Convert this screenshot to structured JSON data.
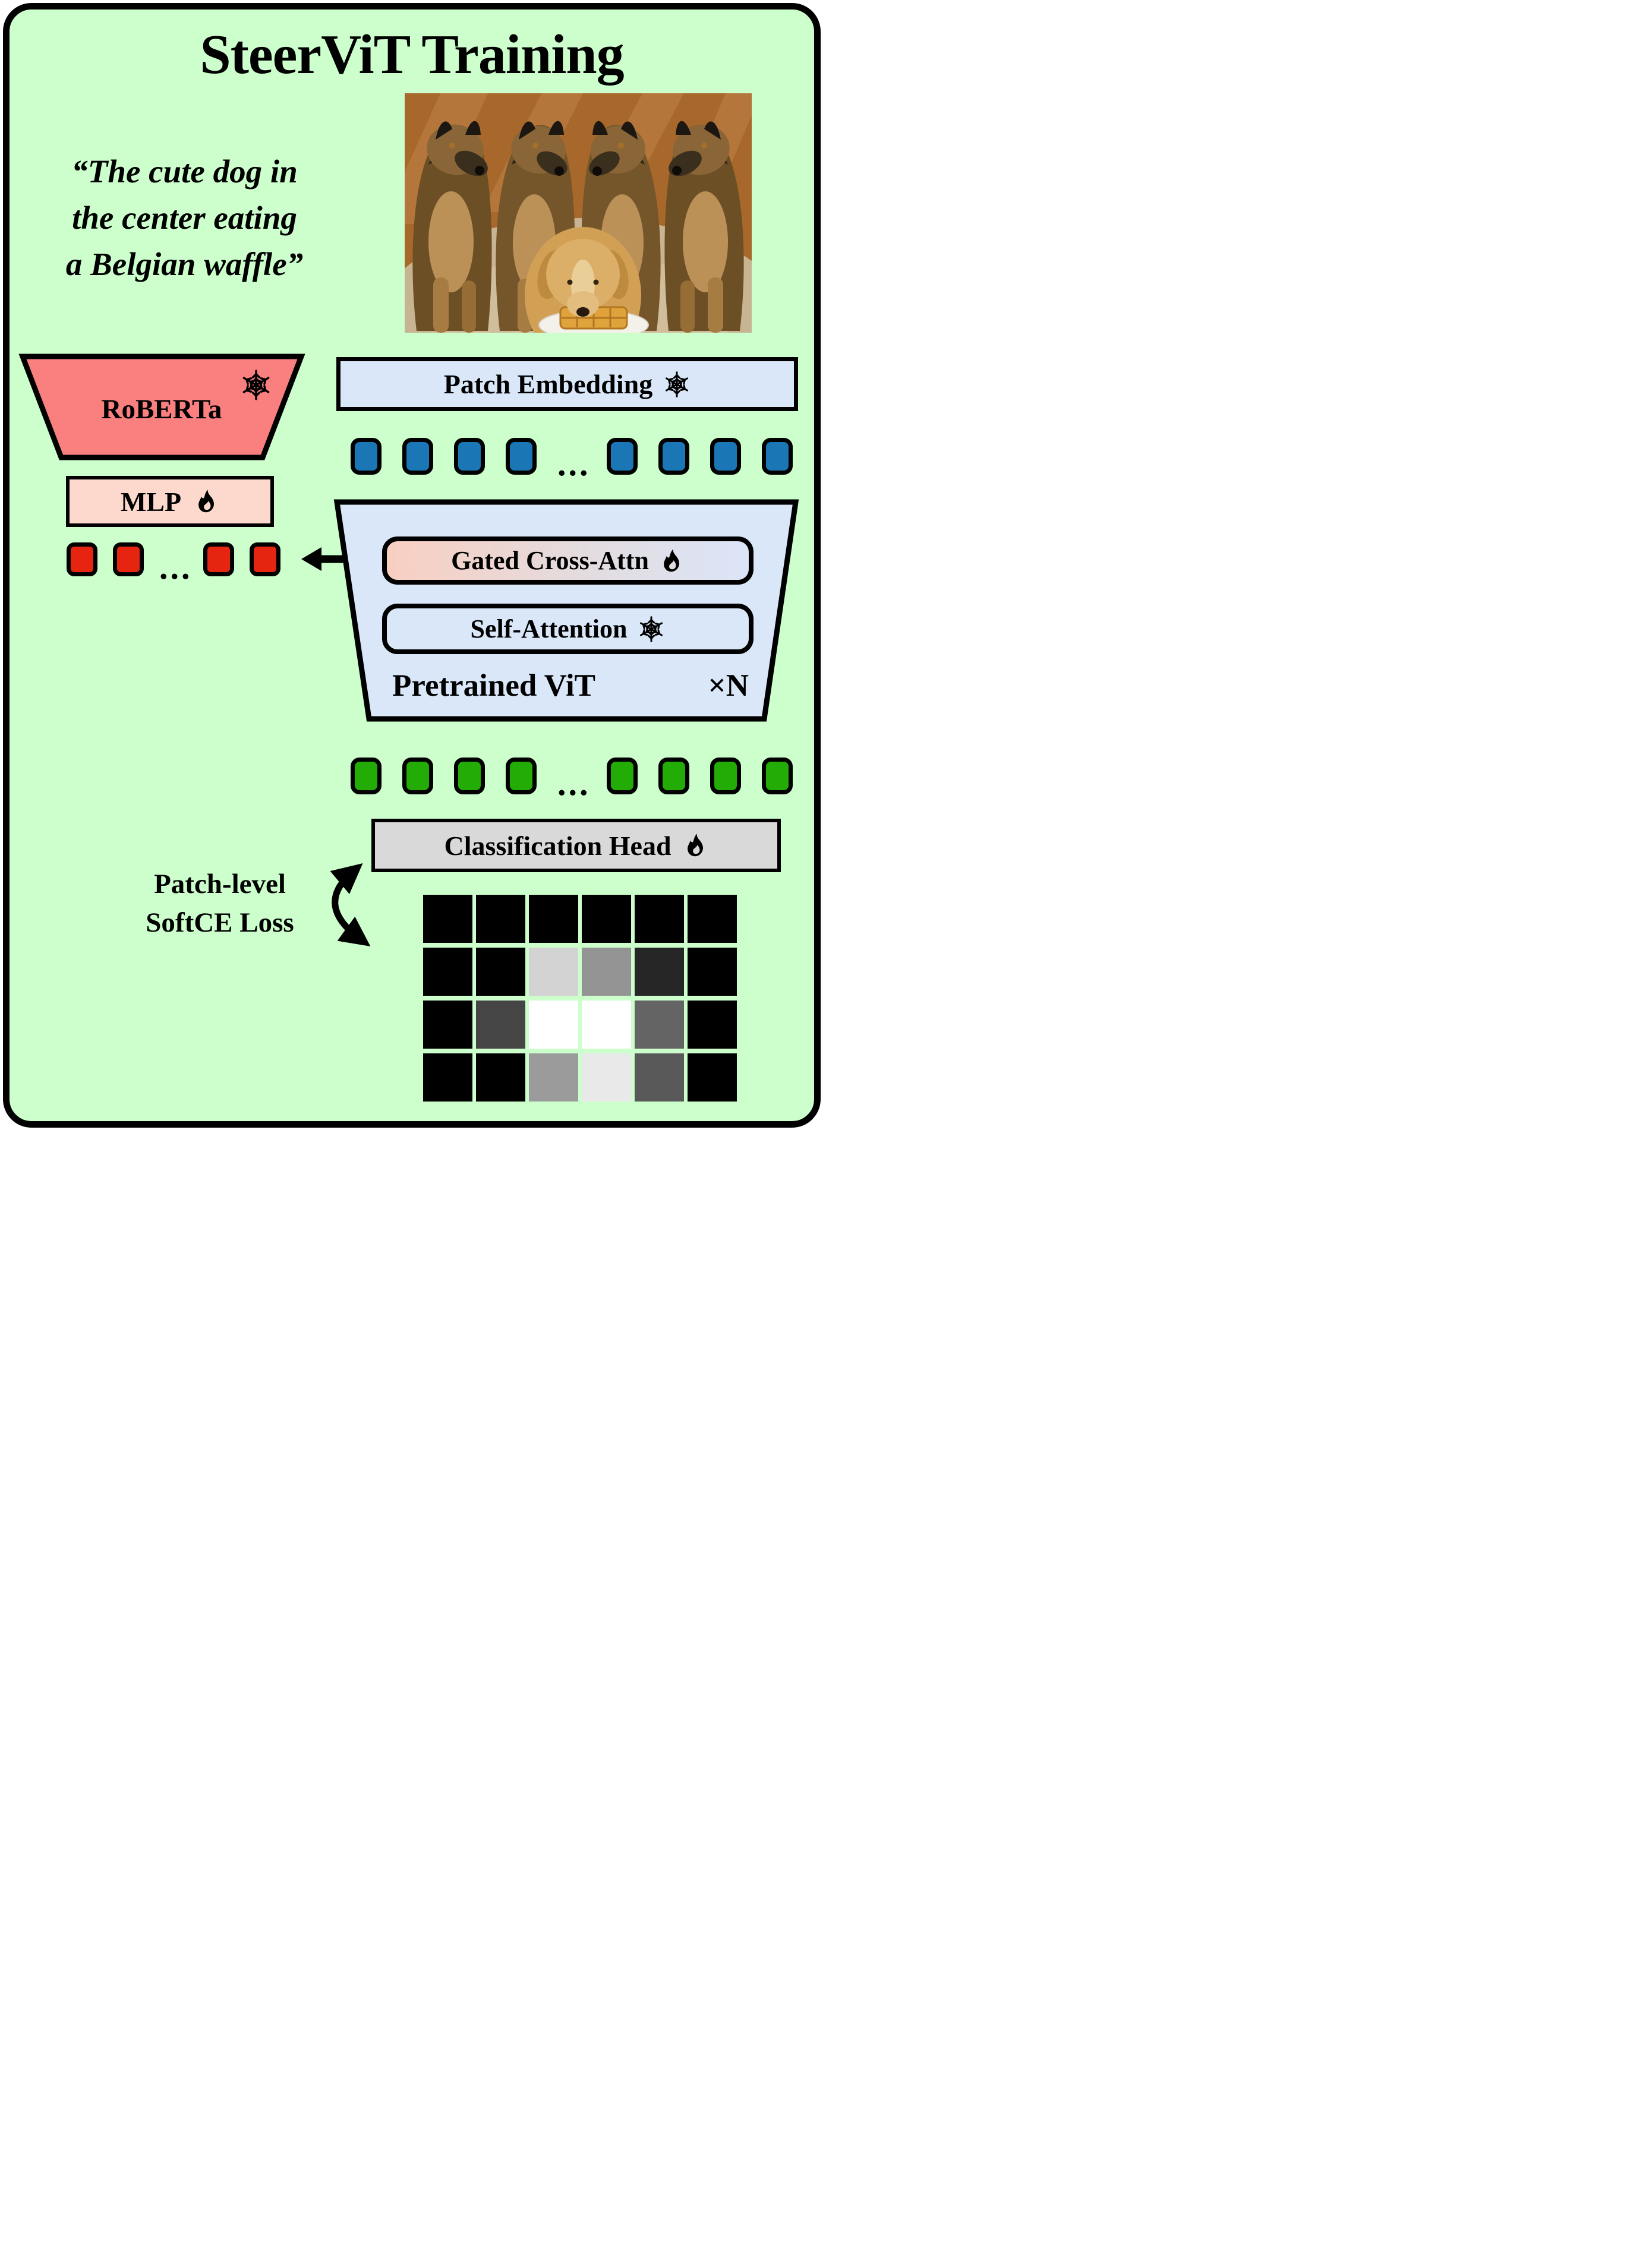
{
  "title": "SteerViT Training",
  "quote": {
    "lines": [
      "“The cute dog in",
      "the center eating",
      "a Belgian waffle”"
    ]
  },
  "blocks": {
    "roberta": {
      "label": "RoBERTa",
      "icon": "snowflake-icon",
      "fill": "#fa8080"
    },
    "patch_embedding": {
      "label": "Patch Embedding",
      "icon": "snowflake-icon",
      "fill": "#d9e7f9"
    },
    "mlp": {
      "label": "MLP",
      "icon": "flame-icon",
      "fill": "#fcd9cc"
    },
    "gated_cross_attn": {
      "label": "Gated Cross-Attn",
      "icon": "flame-icon",
      "fill_left": "#f9cfc2",
      "fill_right": "#dbe5f8"
    },
    "self_attention": {
      "label": "Self-Attention",
      "icon": "snowflake-icon",
      "fill": "#d9e7f9"
    },
    "pretrained_vit": {
      "label": "Pretrained ViT",
      "multiplier": "×N",
      "fill": "#d9e7f9"
    },
    "classification_head": {
      "label": "Classification Head",
      "icon": "flame-icon",
      "fill": "#d9d9d9"
    }
  },
  "tokens": {
    "blue": {
      "color": "#1b76b5",
      "left_count": 4,
      "right_count": 4,
      "dots": "..."
    },
    "red": {
      "color": "#e62511",
      "left_count": 2,
      "right_count": 2,
      "dots": "..."
    },
    "green": {
      "color": "#23ab06",
      "left_count": 4,
      "right_count": 4,
      "dots": "..."
    }
  },
  "loss_label": {
    "lines": [
      "Patch-level",
      "SoftCE Loss"
    ]
  },
  "heatmap": {
    "rows": 4,
    "cols": 6,
    "colors": [
      [
        "#000000",
        "#000000",
        "#000000",
        "#000000",
        "#000000",
        "#000000"
      ],
      [
        "#000000",
        "#000000",
        "#d3d3d3",
        "#949494",
        "#262626",
        "#000000"
      ],
      [
        "#000000",
        "#454545",
        "#ffffff",
        "#ffffff",
        "#646464",
        "#000000"
      ],
      [
        "#000000",
        "#000000",
        "#9b9b9b",
        "#e9e9e9",
        "#595959",
        "#000000"
      ]
    ]
  },
  "colors": {
    "panel_bg": "#ccffcc",
    "panel_border": "#000000",
    "photo_floor": "#a8682c",
    "photo_rug": "#c7b493"
  }
}
